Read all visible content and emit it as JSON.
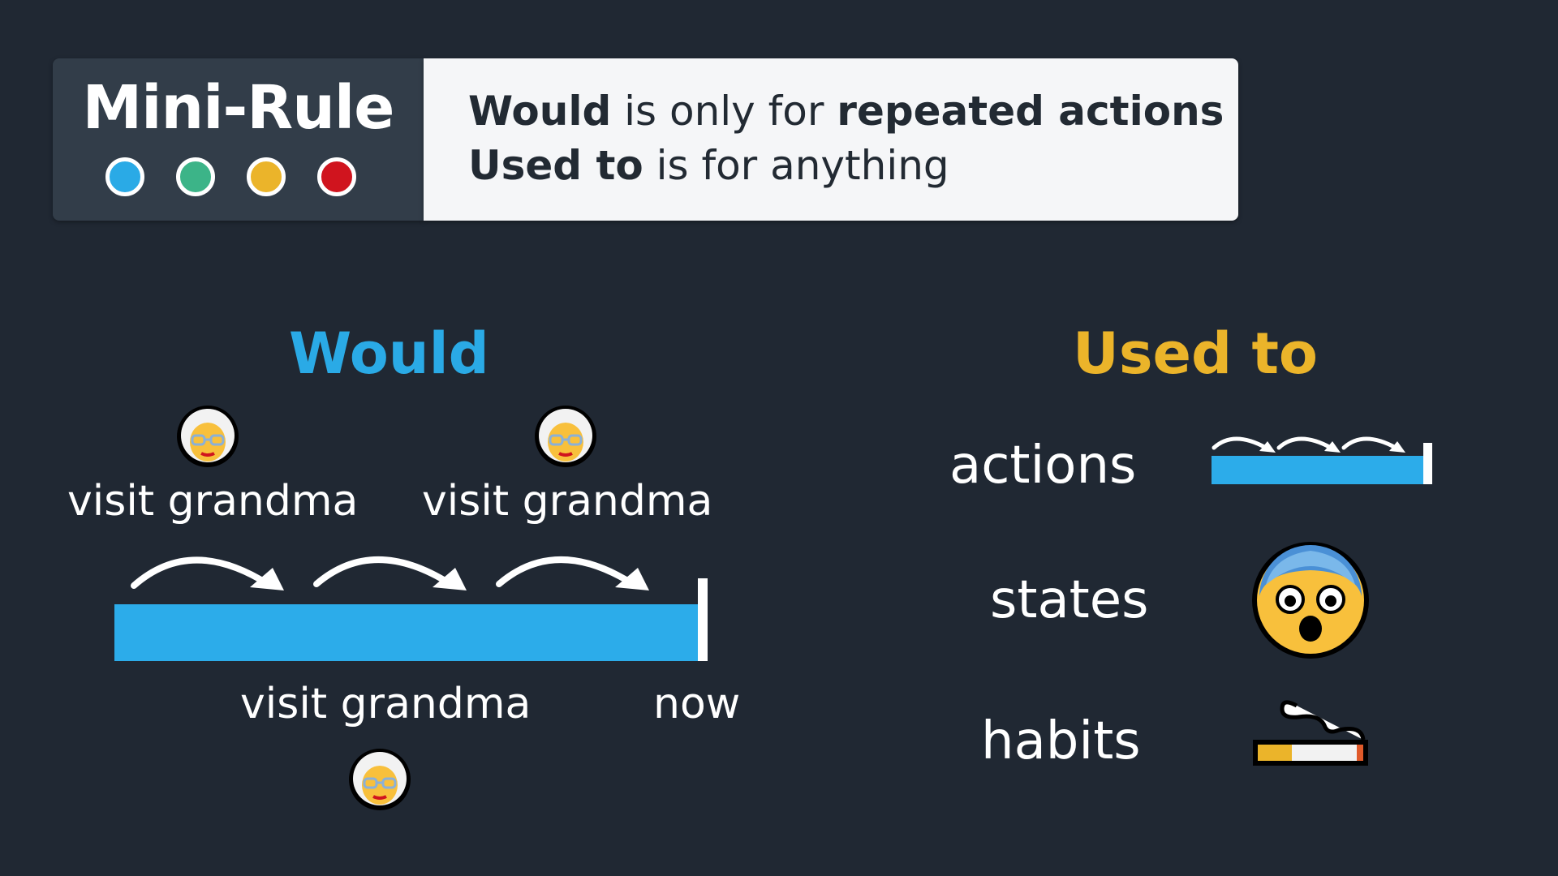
{
  "rule": {
    "title": "Mini-Rule",
    "dot_colors": [
      "#2aaae6",
      "#3cb488",
      "#ebb42a",
      "#d0141e"
    ],
    "line1_bold1": "Would",
    "line1_reg": " is only for ",
    "line1_bold2": "repeated actions",
    "line2_bold": "Used to",
    "line2_reg": " is for anything"
  },
  "would": {
    "heading": "Would",
    "heading_color": "#2aaae6",
    "labels": [
      "visit grandma",
      "visit grandma",
      "visit grandma"
    ],
    "now_label": "now",
    "grandma_icon": "old-woman-icon",
    "arrow_count": 3
  },
  "used_to": {
    "heading": "Used to",
    "heading_color": "#ebb42a",
    "rows": [
      {
        "label": "actions",
        "icon": "timeline-arrows-icon"
      },
      {
        "label": "states",
        "icon": "fearful-face-icon"
      },
      {
        "label": "habits",
        "icon": "cigarette-icon"
      }
    ]
  }
}
